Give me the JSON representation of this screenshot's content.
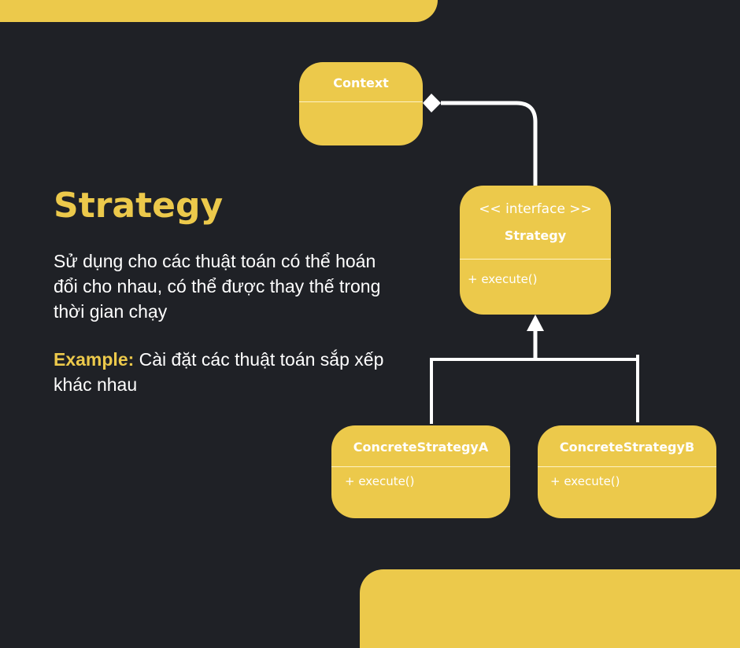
{
  "title": "Strategy",
  "description": "Sử dụng cho các thuật toán có thể hoán đổi cho nhau, có thể được thay thế trong thời gian chạy",
  "example": {
    "label": "Example:",
    "text": " Cài đặt các thuật toán sắp xếp khác nhau"
  },
  "diagram": {
    "context": {
      "name": "Context"
    },
    "strategy": {
      "stereotype": "<< interface >>",
      "name": "Strategy",
      "method": "+ execute()"
    },
    "concrete_a": {
      "name": "ConcreteStrategyA",
      "method": "+ execute()"
    },
    "concrete_b": {
      "name": "ConcreteStrategyB",
      "method": "+ execute()"
    },
    "relations": [
      {
        "from": "Context",
        "to": "Strategy",
        "type": "composition"
      },
      {
        "from": "ConcreteStrategyA",
        "to": "Strategy",
        "type": "realization"
      },
      {
        "from": "ConcreteStrategyB",
        "to": "Strategy",
        "type": "realization"
      }
    ]
  },
  "colors": {
    "background": "#1f2126",
    "accent": "#ecc94b",
    "text": "#ffffff"
  }
}
